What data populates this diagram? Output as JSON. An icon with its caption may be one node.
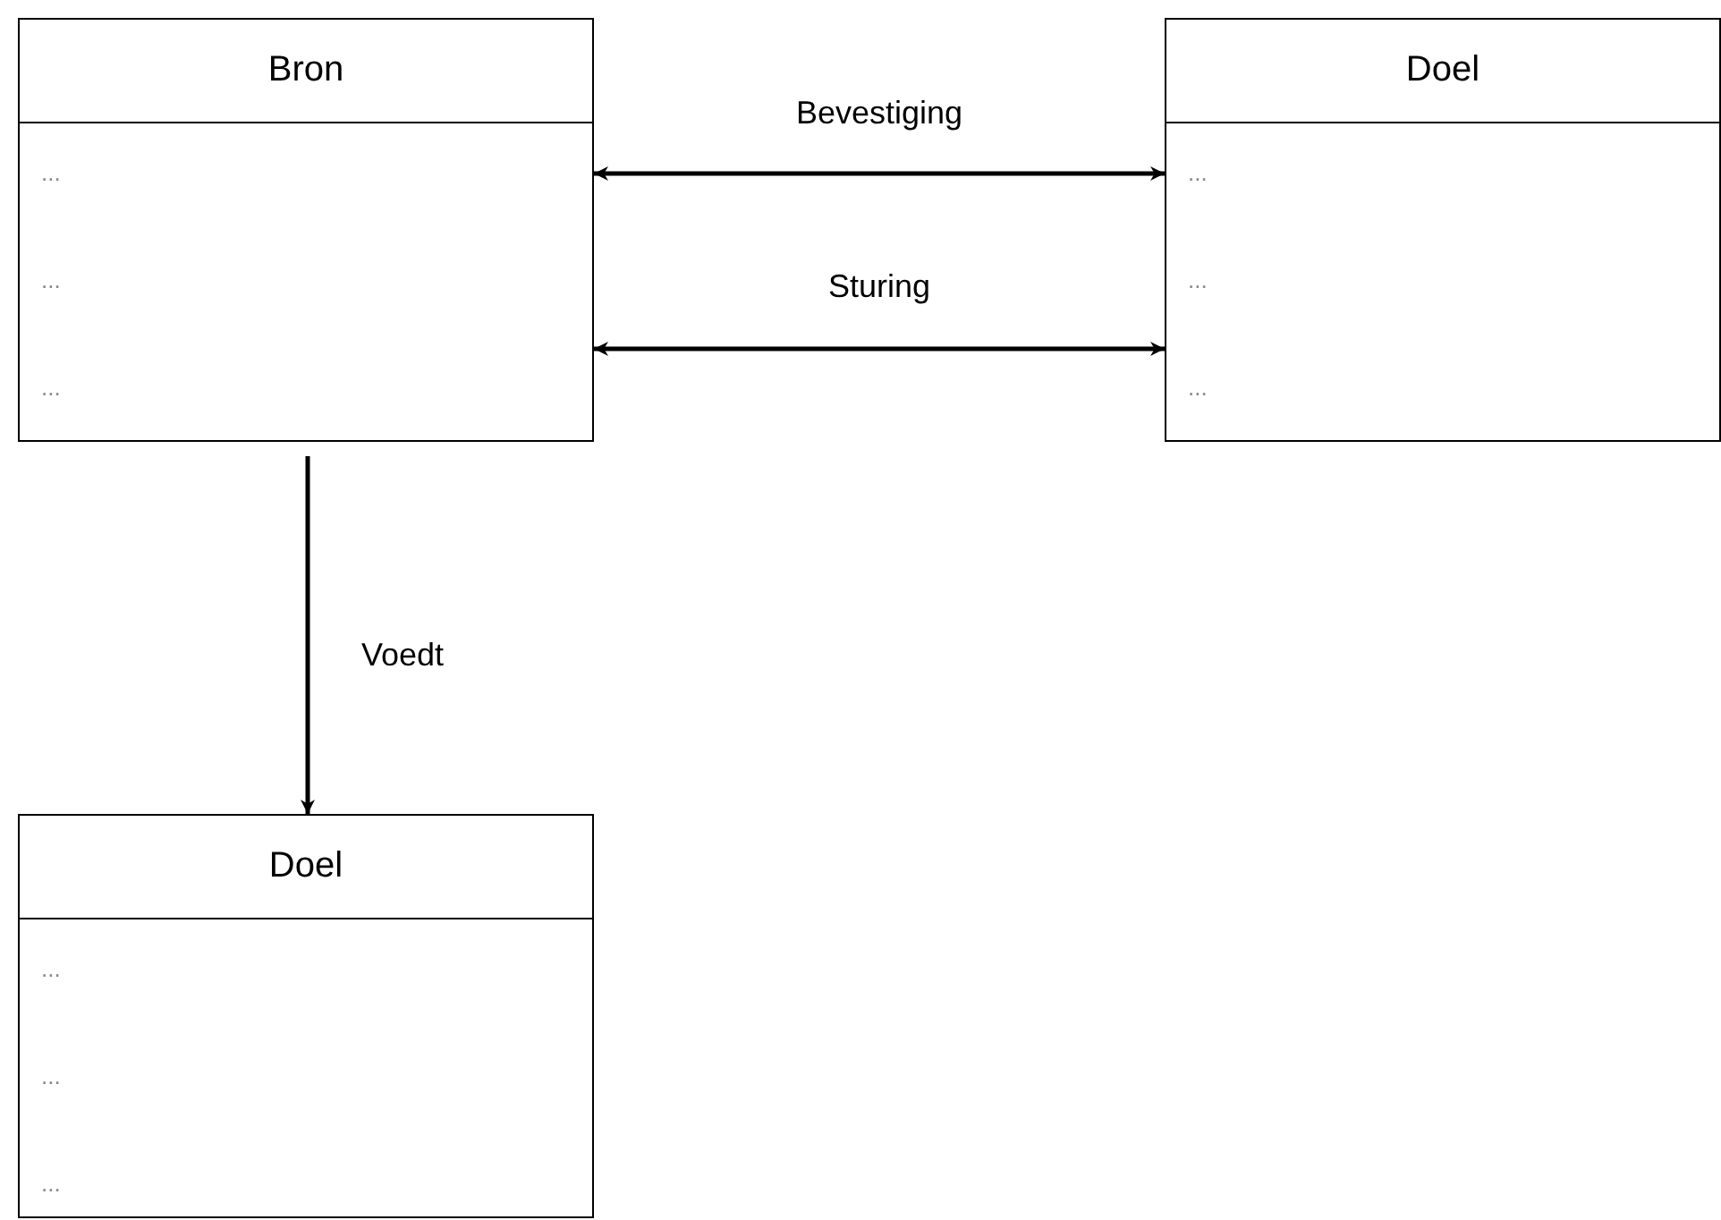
{
  "diagram": {
    "nodes": [
      {
        "text": [
          "Bron",
          "...",
          "...",
          "..."
        ]
      },
      {
        "text": [
          "Doel",
          "...",
          "...",
          "..."
        ]
      },
      {
        "text": [
          "Doel",
          "...",
          "...",
          "..."
        ]
      }
    ],
    "edges": [
      {
        "from": 0,
        "to": 1,
        "arrow": "both",
        "label": "Bevestiging"
      },
      {
        "from": 0,
        "to": 1,
        "arrow": "both",
        "label": "Sturing"
      },
      {
        "from": 0,
        "to": 2,
        "arrow": "to",
        "label": "Voedt"
      }
    ]
  }
}
